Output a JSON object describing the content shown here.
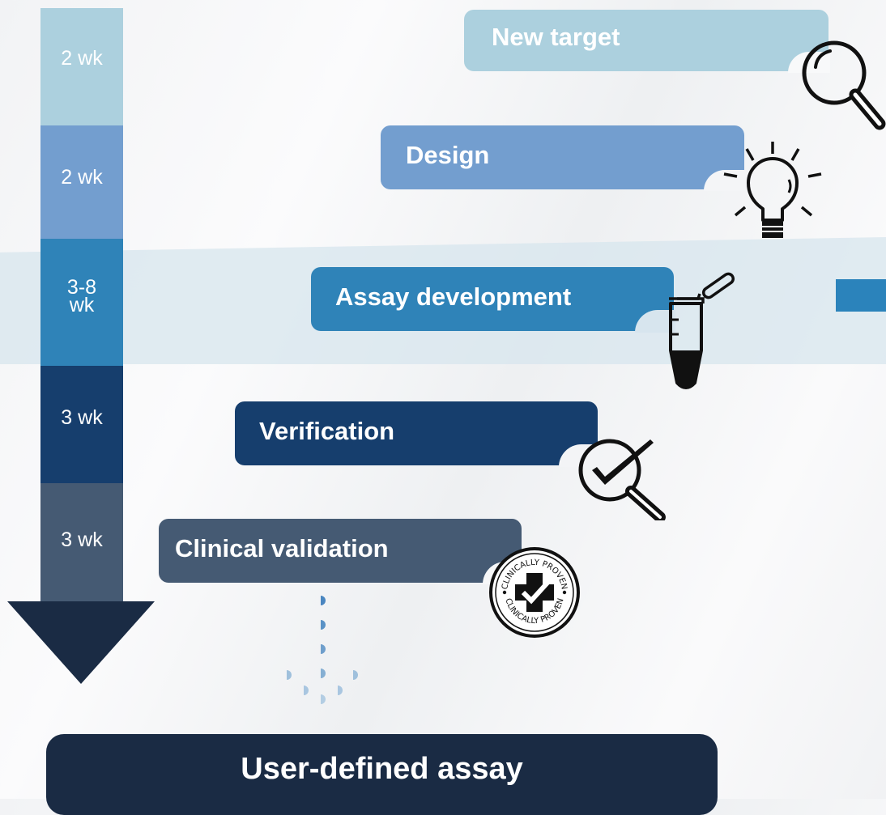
{
  "timeline": {
    "segments": [
      {
        "label": "2 wk",
        "color": "#acd0de"
      },
      {
        "label": "2 wk",
        "color": "#739ecf"
      },
      {
        "label": "3-8 wk",
        "line1": "3-8",
        "line2": "wk",
        "color": "#2f83b8"
      },
      {
        "label": "3 wk",
        "color": "#163e6d"
      },
      {
        "label": "3 wk",
        "color": "#455a73"
      }
    ],
    "arrow_color": "#1a2b44"
  },
  "steps": [
    {
      "label": "New target",
      "icon": "magnifier-icon",
      "color": "#acd0de"
    },
    {
      "label": "Design",
      "icon": "lightbulb-icon",
      "color": "#739ecf"
    },
    {
      "label": "Assay development",
      "icon": "test-tube-icon",
      "color": "#2f83b8"
    },
    {
      "label": "Verification",
      "icon": "check-magnifier-icon",
      "color": "#163e6d"
    },
    {
      "label": "Clinical validation",
      "icon": "clinically-proven-badge-icon",
      "color": "#455a73"
    }
  ],
  "badge": {
    "text_top": "CLINICALLY PROVEN",
    "text_bottom": "CLINICALLY PROVEN"
  },
  "result": {
    "label": "User-defined assay",
    "color": "#1a2b44"
  },
  "highlight": {
    "color": "#d7e5ee"
  }
}
